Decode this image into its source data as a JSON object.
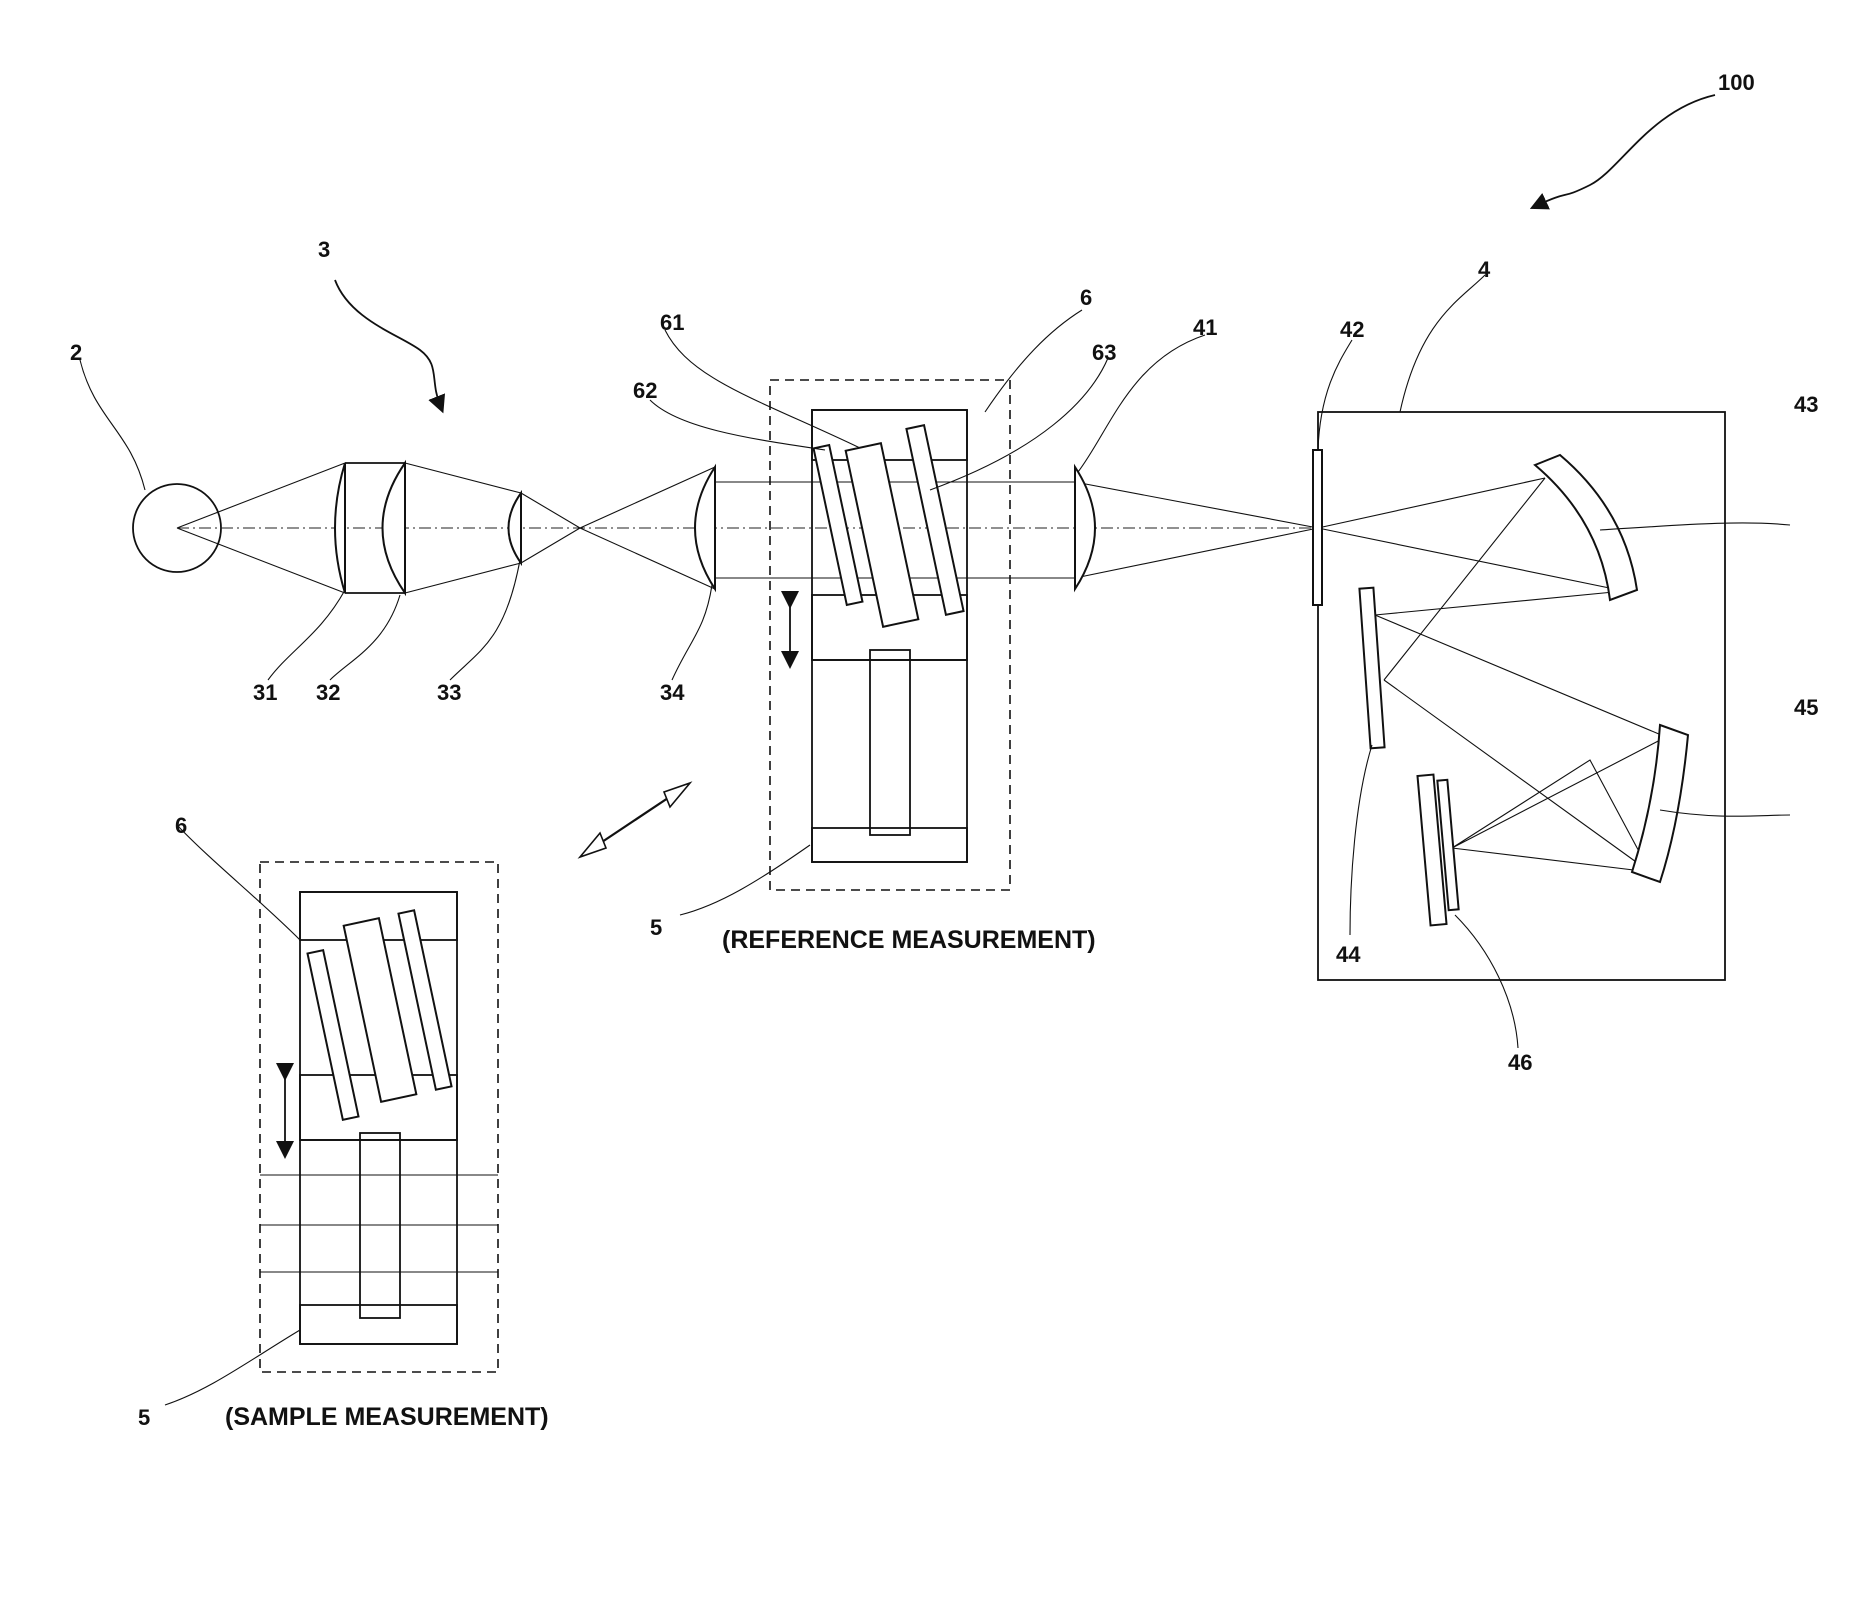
{
  "refs": {
    "r100": "100",
    "r2": "2",
    "r3": "3",
    "r31": "31",
    "r32": "32",
    "r33": "33",
    "r34": "34",
    "r4": "4",
    "r41": "41",
    "r42": "42",
    "r43": "43",
    "r44": "44",
    "r45": "45",
    "r46": "46",
    "r6top": "6",
    "r61": "61",
    "r62": "62",
    "r63": "63",
    "r5top": "5",
    "r6bottom": "6",
    "r5bottom": "5"
  },
  "captions": {
    "reference": "(REFERENCE MEASUREMENT)",
    "sample": "(SAMPLE MEASUREMENT)"
  }
}
